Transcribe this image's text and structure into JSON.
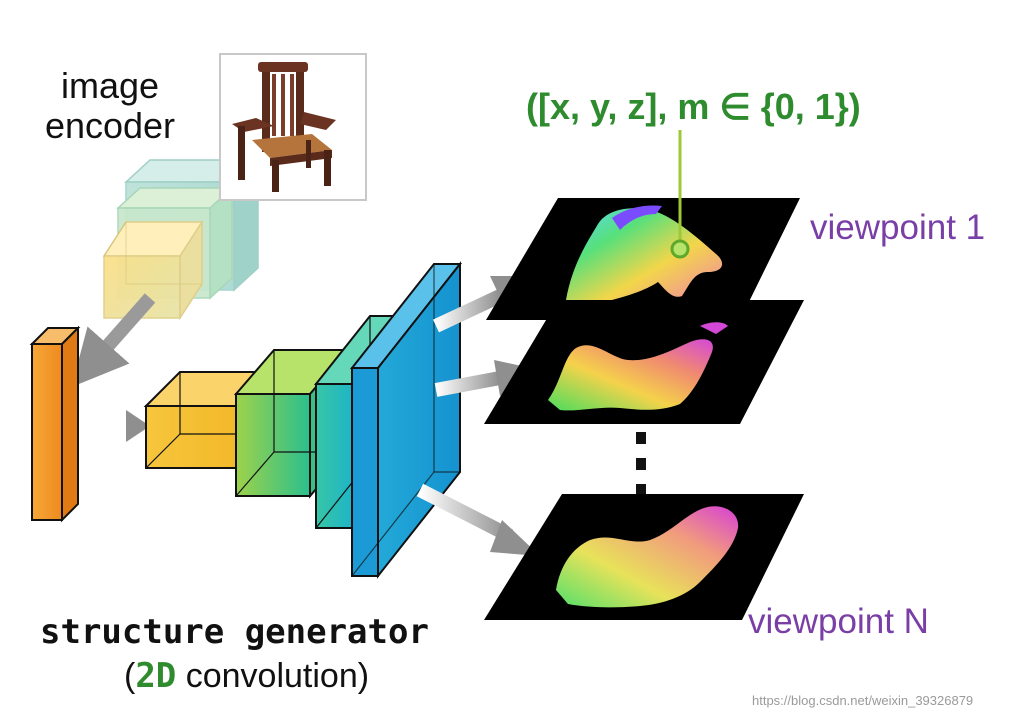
{
  "encoder": {
    "label_line1": "image",
    "label_line2": "encoder"
  },
  "formula": "([x, y, z], m ∈ {0, 1})",
  "viewpoints": {
    "first": "viewpoint 1",
    "last": "viewpoint N"
  },
  "generator": {
    "title": "structure generator",
    "sub_open": "(",
    "sub_highlight": "2D",
    "sub_rest": " convolution)"
  },
  "watermark": "https://blog.csdn.net/weixin_39326879",
  "colors": {
    "formula_green": "#2e8b2e",
    "viewpoint_purple": "#7a3fa6",
    "arrow_gray": "#9a9a9a",
    "generator_blue": "#1c9ad6",
    "latent_orange": "#f39a2c"
  },
  "icons": [
    "chair-photo-icon"
  ]
}
